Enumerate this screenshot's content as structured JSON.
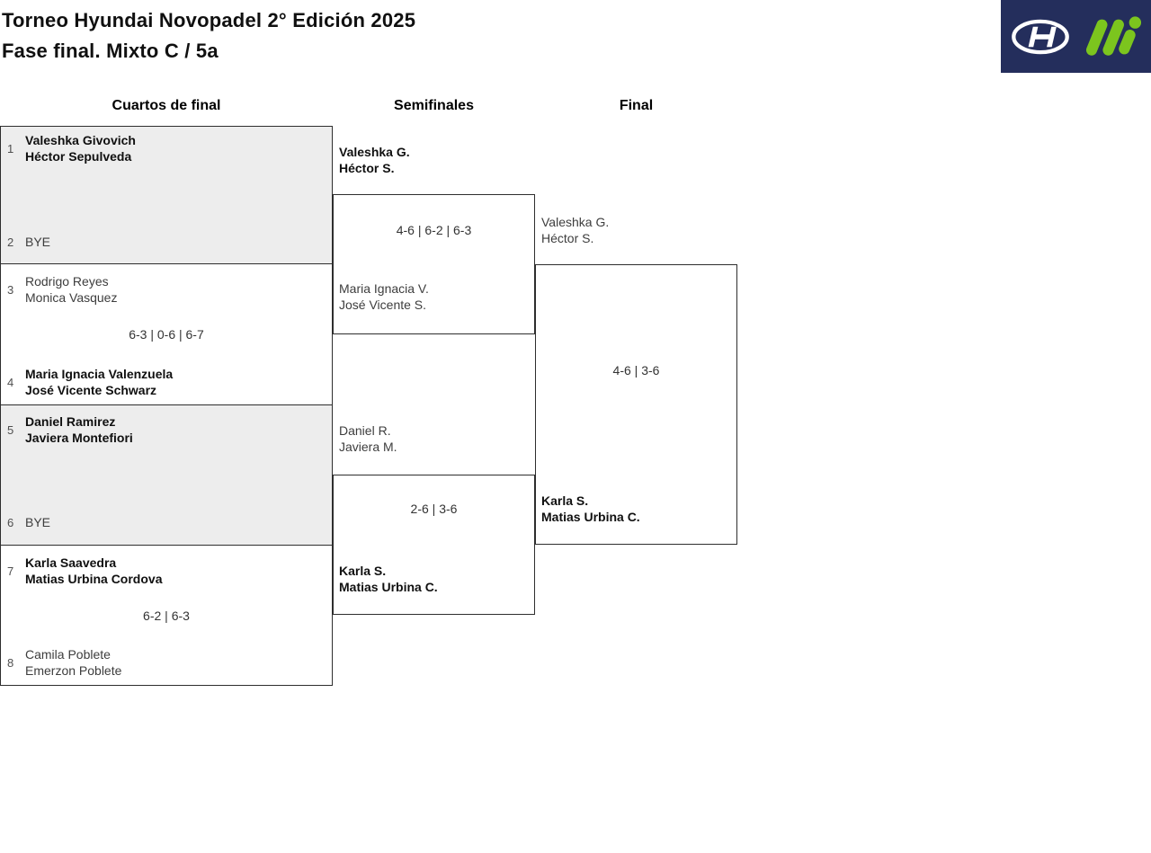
{
  "header": {
    "title": "Torneo Hyundai Novopadel 2° Edición 2025",
    "subtitle": "Fase final. Mixto C / 5a"
  },
  "brand": {
    "navy": "#242e5c",
    "green": "#7cc51e",
    "logos": [
      "hyundai-logo",
      "mi-logo"
    ]
  },
  "columns": {
    "qf": "Cuartos de final",
    "sf": "Semifinales",
    "final": "Final"
  },
  "qf": [
    {
      "top": {
        "seed": "1",
        "p1": "Valeshka Givovich",
        "p2": "Héctor Sepulveda",
        "winner": true
      },
      "bot": {
        "seed": "2",
        "p1": "BYE",
        "winner": false
      },
      "score": ""
    },
    {
      "top": {
        "seed": "3",
        "p1": "Rodrigo Reyes",
        "p2": "Monica Vasquez",
        "winner": false
      },
      "bot": {
        "seed": "4",
        "p1": "Maria Ignacia Valenzuela",
        "p2": "José Vicente Schwarz",
        "winner": true
      },
      "score": "6-3 | 0-6 | 6-7"
    },
    {
      "top": {
        "seed": "5",
        "p1": "Daniel Ramirez",
        "p2": "Javiera Montefiori",
        "winner": true
      },
      "bot": {
        "seed": "6",
        "p1": "BYE",
        "winner": false
      },
      "score": ""
    },
    {
      "top": {
        "seed": "7",
        "p1": "Karla Saavedra",
        "p2": "Matias Urbina Cordova",
        "winner": true
      },
      "bot": {
        "seed": "8",
        "p1": "Camila Poblete",
        "p2": "Emerzon Poblete",
        "winner": false
      },
      "score": "6-2 | 6-3"
    }
  ],
  "sf": [
    {
      "top": {
        "p1": "Valeshka G.",
        "p2": "Héctor S.",
        "winner": true
      },
      "bot": {
        "p1": "Maria Ignacia V.",
        "p2": "José Vicente S.",
        "winner": false
      },
      "score": "4-6 | 6-2 | 6-3"
    },
    {
      "top": {
        "p1": "Daniel R.",
        "p2": "Javiera M.",
        "winner": false
      },
      "bot": {
        "p1": "Karla S.",
        "p2": "Matias Urbina C.",
        "winner": true
      },
      "score": "2-6 | 3-6"
    }
  ],
  "final": {
    "top": {
      "p1": "Valeshka G.",
      "p2": "Héctor S.",
      "winner": false
    },
    "bot": {
      "p1": "Karla S.",
      "p2": "Matias Urbina C.",
      "winner": true
    },
    "score": "4-6 | 3-6"
  }
}
